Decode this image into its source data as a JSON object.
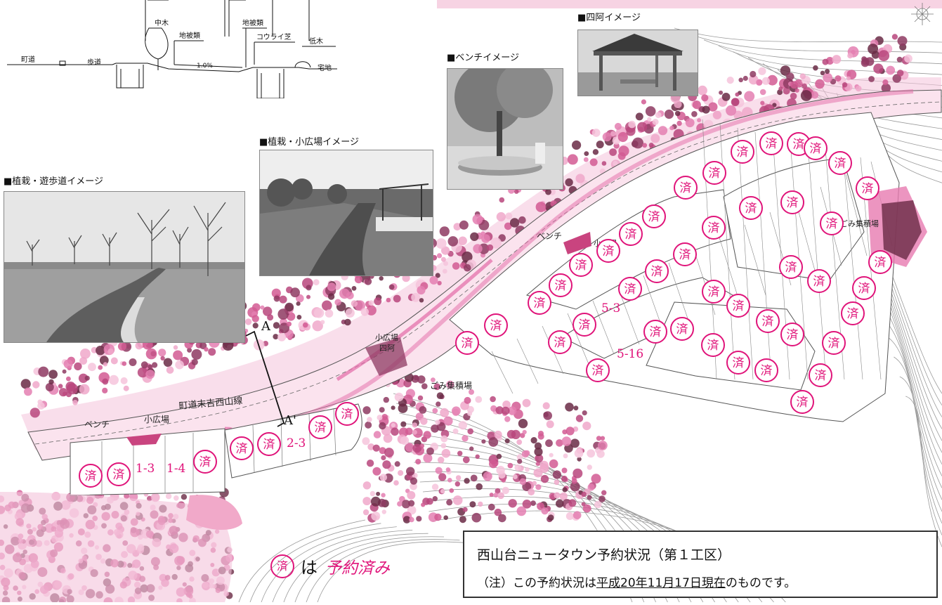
{
  "section_diagram": {
    "labels": {
      "chuboku": "中木",
      "chihirui_left": "地被類",
      "chihirui_right": "地被類",
      "koraishiba": "コウライ芝",
      "teiboku": "低木",
      "chodo": "町道",
      "hodo": "歩道",
      "slope": "1.0%",
      "takuchi": "宅地"
    }
  },
  "photos": [
    {
      "caption": "植栽・遊歩道イメージ"
    },
    {
      "caption": "植栽・小広場イメージ"
    },
    {
      "caption": "ベンチイメージ"
    },
    {
      "caption": "四阿イメージ"
    }
  ],
  "map": {
    "reserved_mark": "済",
    "section_markers": [
      "A",
      "A'"
    ],
    "lot_numbers": [
      "1-3",
      "1-4",
      "2-3",
      "5-3",
      "5-16"
    ],
    "labels": {
      "road": "町道末吉西山線",
      "bench_left": "ベンチ",
      "hiroba_left": "小広場",
      "bench_top": "ベンチ",
      "hiroba_top": "小広場",
      "hiroba_center": "小広場",
      "azumaya_center": "四阿",
      "gomi_center": "ごみ集積場",
      "gomi_right": "ごみ集積場"
    },
    "colors": {
      "reserved": "#e0147a",
      "green_area": "#f2b6d2"
    }
  },
  "legend": {
    "mark": "済",
    "wa": "は",
    "text": "予約済み"
  },
  "info_box": {
    "title": "西山台ニュータウン予約状況（第１工区）",
    "note_prefix": "（注）この予約状況は",
    "note_date": "平成20年11月17日現在",
    "note_suffix": "のものです。"
  }
}
